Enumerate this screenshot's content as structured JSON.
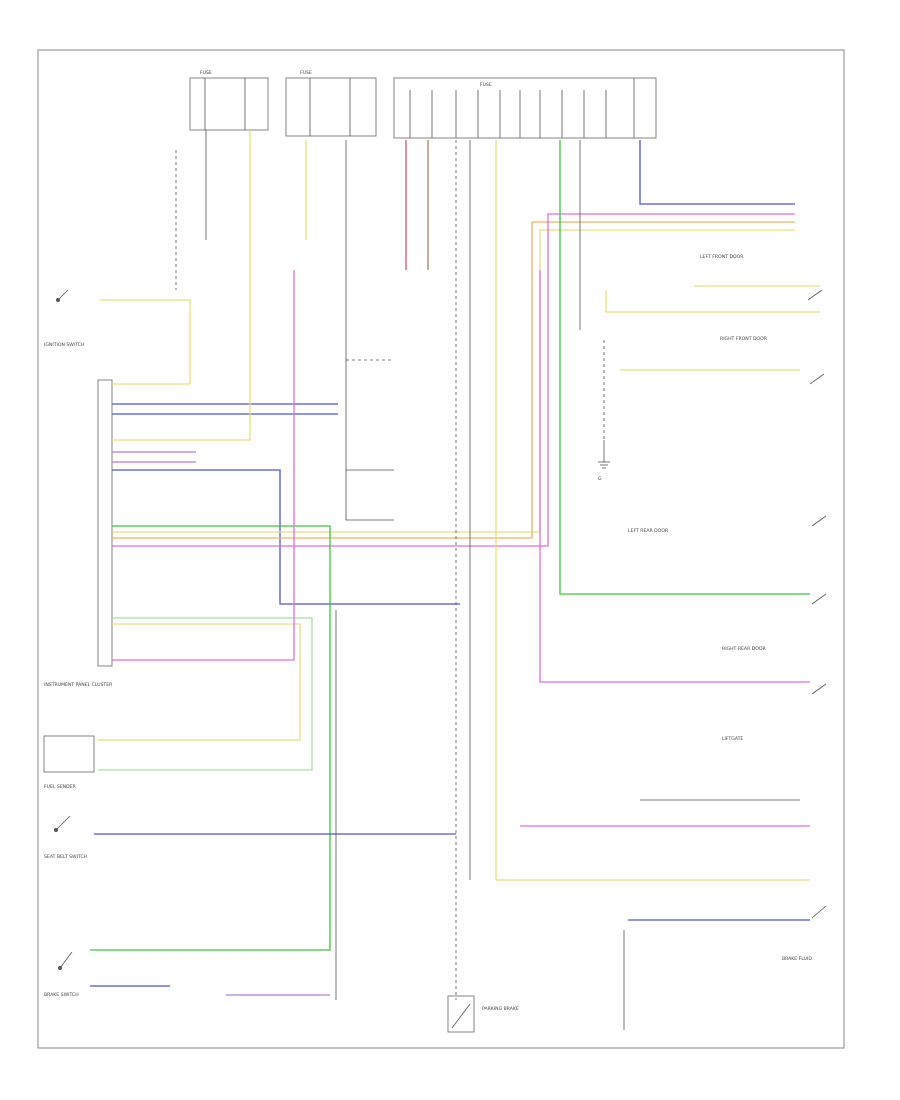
{
  "diagram": {
    "title": "",
    "wire_colors": {
      "yellow": "#e8e07a",
      "blue": "#4b56d0",
      "violet": "#b27ae0",
      "green": "#3cc63c",
      "pink": "#e070d8",
      "orange": "#f0b264",
      "red": "#e0506a",
      "brown": "#b07c5a",
      "light_green": "#a8e0a0",
      "black": "#555555",
      "frame": "#888888"
    },
    "components": [
      {
        "id": "ignition-switch",
        "icon": "switch-icon",
        "label": "IGNITION SWITCH"
      },
      {
        "id": "instrument-panel-cluster",
        "icon": "connector-icon",
        "label": "INSTRUMENT PANEL CLUSTER"
      },
      {
        "id": "fuel-sender",
        "icon": "sender-icon",
        "label": "FUEL SENDER"
      },
      {
        "id": "seat-belt-switch",
        "icon": "switch-icon",
        "label": "SEAT BELT SWITCH"
      },
      {
        "id": "brake-switch",
        "icon": "switch-icon",
        "label": "BRAKE SWITCH"
      },
      {
        "id": "door-switch-lf",
        "icon": "switch-icon",
        "label": "LEFT FRONT DOOR"
      },
      {
        "id": "door-switch-rf",
        "icon": "switch-icon",
        "label": "RIGHT FRONT DOOR"
      },
      {
        "id": "door-switch-lr",
        "icon": "switch-icon",
        "label": "LEFT REAR DOOR"
      },
      {
        "id": "door-switch-rr",
        "icon": "switch-icon",
        "label": "RIGHT REAR DOOR"
      },
      {
        "id": "liftgate-switch",
        "icon": "switch-icon",
        "label": "LIFTGATE"
      },
      {
        "id": "parking-brake-switch",
        "icon": "switch-icon",
        "label": "PARKING BRAKE"
      },
      {
        "id": "brake-fluid-switch",
        "icon": "switch-icon",
        "label": "BRAKE FLUID"
      },
      {
        "id": "fuse-box-left",
        "icon": "fuse-icon",
        "label": "FUSE"
      },
      {
        "id": "fuse-box-center",
        "icon": "fuse-icon",
        "label": "FUSE"
      },
      {
        "id": "fuse-box-right",
        "icon": "fuse-icon",
        "label": "FUSE"
      },
      {
        "id": "ground-point",
        "icon": "ground-icon",
        "label": "G"
      }
    ]
  }
}
